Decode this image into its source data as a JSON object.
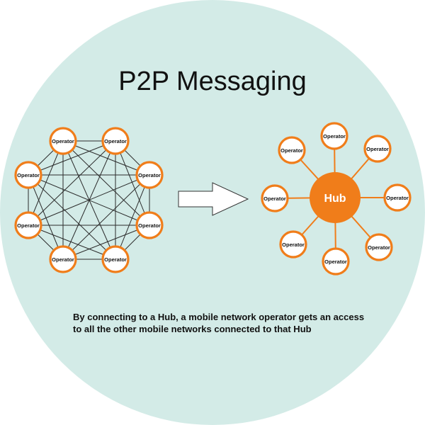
{
  "title": "P2P Messaging",
  "colors": {
    "background_circle": "#d3ebe7",
    "accent": "#f07d1a",
    "node_fill": "#ffffff",
    "mesh_line": "#2b2b2b",
    "text": "#111111"
  },
  "mesh": {
    "operator_label": "Operator",
    "operators": [
      "Operator",
      "Operator",
      "Operator",
      "Operator",
      "Operator",
      "Operator",
      "Operator",
      "Operator"
    ]
  },
  "arrow": {
    "icon": "right-arrow-icon"
  },
  "hub": {
    "label": "Hub",
    "operators": [
      "Operator",
      "Operator",
      "Operator",
      "Operator",
      "Operator",
      "Operator",
      "Operator",
      "Operator"
    ]
  },
  "caption": {
    "line1": "By connecting to a Hub, a mobile network operator gets an access",
    "line2": "to all the other mobile networks connected to that Hub"
  }
}
